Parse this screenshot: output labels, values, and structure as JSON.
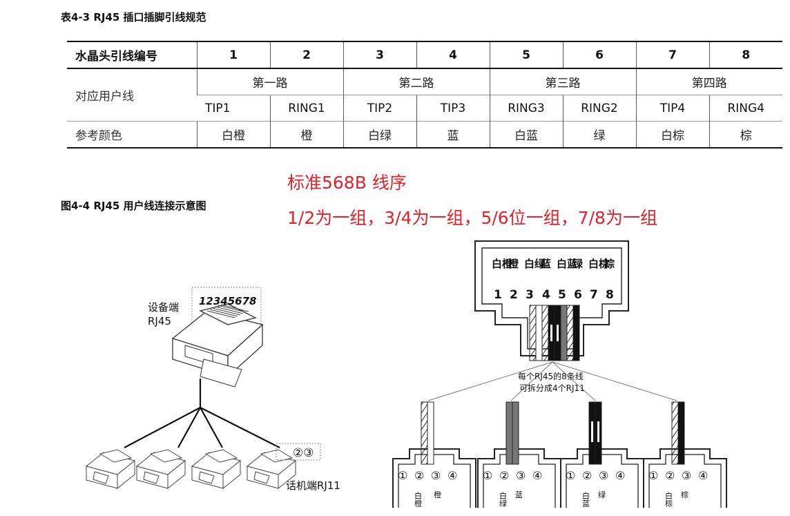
{
  "table": {
    "caption": "表4-3  RJ45 插口插脚引线规范",
    "header_label": "水晶头引线编号",
    "pins": [
      "1",
      "2",
      "3",
      "4",
      "5",
      "6",
      "7",
      "8"
    ],
    "user_line_label": "对应用户线",
    "groups": [
      "第一路",
      "第二路",
      "第三路",
      "第四路"
    ],
    "signals": [
      "TIP1",
      "RING1",
      "TIP2",
      "TIP3",
      "RING3",
      "RING2",
      "TIP4",
      "RING4"
    ],
    "color_label": "参考颜色",
    "colors": [
      "白橙",
      "橙",
      "白绿",
      "蓝",
      "白蓝",
      "绿",
      "白棕",
      "棕"
    ]
  },
  "figure": {
    "caption": "图4-4  RJ45 用户线连接示意图",
    "annotation_title": "标准568B 线序",
    "annotation_groups": "1/2为一组，3/4为一组，5/6位一组，7/8为一组",
    "device_label_1": "设备端",
    "device_label_2": "RJ45",
    "pin_numbers": "12345678",
    "phone_pins": "②③",
    "phone_label": "话机端RJ11",
    "top_colors": [
      "白橙",
      "橙",
      "白绿",
      "蓝",
      "白蓝",
      "绿",
      "白棕",
      "棕"
    ],
    "top_pins": [
      "1",
      "2",
      "3",
      "4",
      "5",
      "6",
      "7",
      "8"
    ],
    "split_note_1": "每个RJ45的8条线",
    "split_note_2": "可拆分成4个RJ11",
    "rj11_pins": [
      "①",
      "②",
      "③",
      "④"
    ],
    "rj11_colors": [
      [
        "白橙",
        "橙"
      ],
      [
        "白绿",
        "蓝"
      ],
      [
        "白蓝",
        "绿"
      ],
      [
        "白棕",
        "棕"
      ]
    ]
  }
}
